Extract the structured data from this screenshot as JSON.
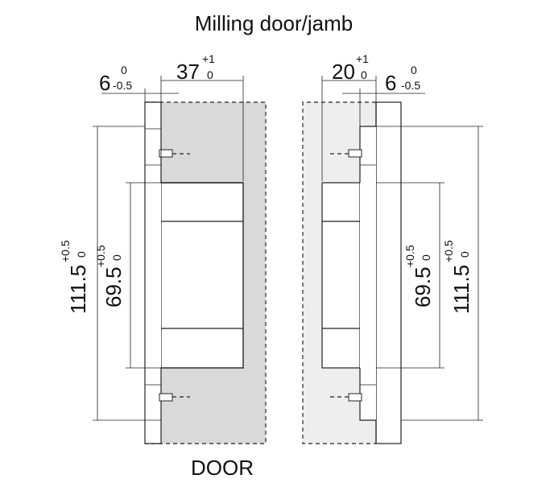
{
  "title": "Milling door/jamb",
  "caption": "DOOR",
  "colors": {
    "milled": "#d9d9d9",
    "jamb": "#eeeeee",
    "line": "#222222",
    "background": "#ffffff"
  },
  "door": {
    "width": {
      "value": "37",
      "upper": "+1",
      "lower": "0"
    },
    "offset": {
      "value": "6",
      "upper": "0",
      "lower": "-0.5"
    },
    "outer_height": {
      "value": "111.5",
      "upper": "+0.5",
      "lower": "0"
    },
    "inner_height": {
      "value": "69.5",
      "upper": "+0.5",
      "lower": "0"
    }
  },
  "jamb": {
    "width": {
      "value": "20",
      "upper": "+1",
      "lower": "0"
    },
    "offset": {
      "value": "6",
      "upper": "0",
      "lower": "-0.5"
    },
    "inner_height": {
      "value": "69.5",
      "upper": "+0.5",
      "lower": "0"
    },
    "outer_height": {
      "value": "111.5",
      "upper": "+0.5",
      "lower": "0"
    }
  }
}
